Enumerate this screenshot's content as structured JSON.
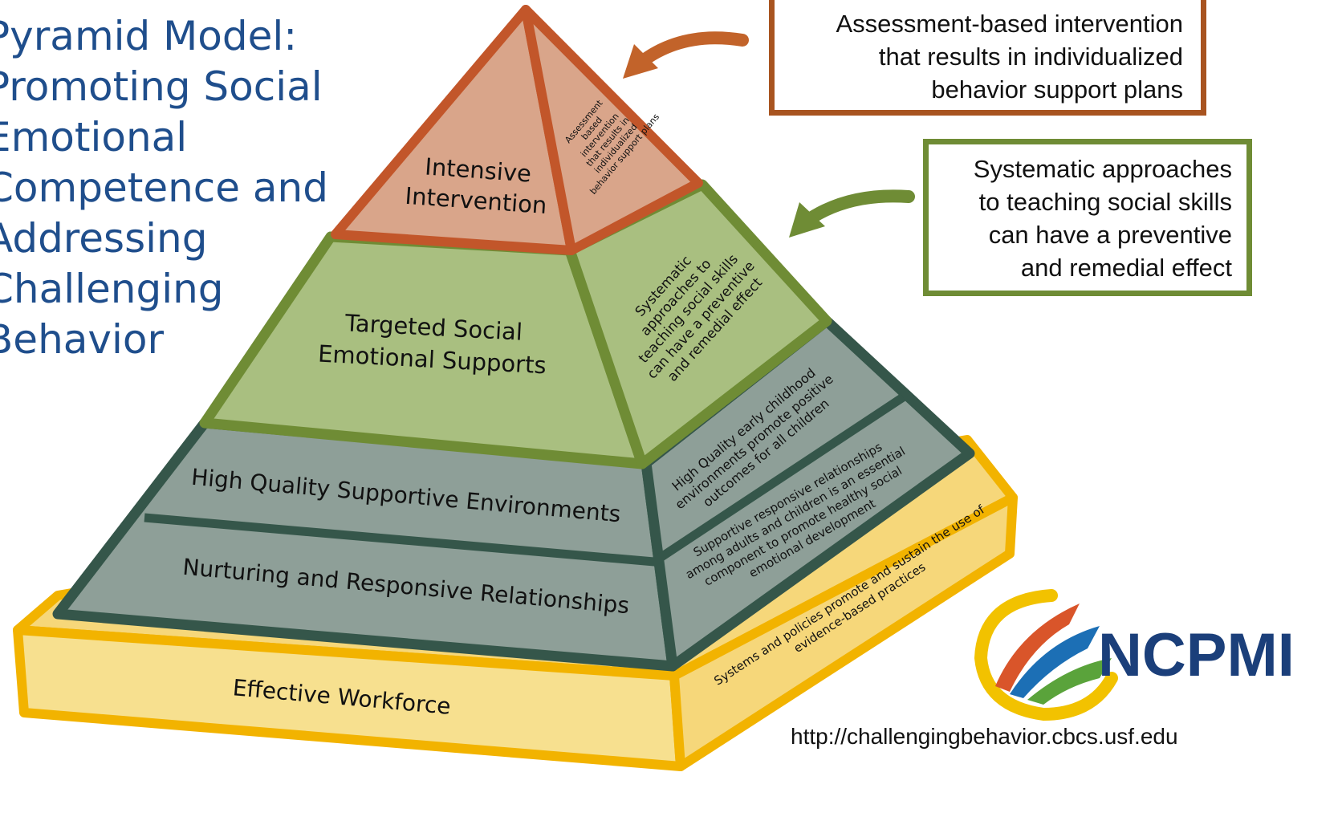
{
  "title": {
    "lines": [
      "Pyramid Model:",
      "Promoting Social",
      "Emotional",
      "Competence and",
      "Addressing",
      "Challenging",
      "Behavior"
    ]
  },
  "callouts": {
    "top": {
      "lines": [
        "Assessment-based intervention",
        "that results in individualized",
        "behavior support plans"
      ],
      "border_color": "#a85420"
    },
    "middle": {
      "lines": [
        "Systematic approaches",
        "to teaching social skills",
        "can have a preventive",
        "and remedial effect"
      ],
      "border_color": "#6f8c35"
    }
  },
  "pyramid": {
    "tiers": [
      {
        "label_lines": [
          "Intensive",
          "Intervention"
        ],
        "side_lines": [
          "Assessment",
          "based",
          "intervention",
          "that results in",
          "individualized",
          "behavior support plans"
        ],
        "color": "#d9a58a"
      },
      {
        "label_lines": [
          "Targeted Social",
          "Emotional Supports"
        ],
        "side_lines": [
          "Systematic",
          "approaches to",
          "teaching social skills",
          "can have a preventive",
          "and remedial effect"
        ],
        "color": "#a9bf80"
      },
      {
        "label": "High Quality Supportive Environments",
        "side_lines": [
          "High Quality early childhood",
          "environments promote positive",
          "outcomes for all children"
        ],
        "color": "#8e9f98"
      },
      {
        "label": "Nurturing and Responsive Relationships",
        "side_lines": [
          "Supportive responsive relationships",
          "among adults and children is an essential",
          "component to promote healthy social",
          "emotional development"
        ],
        "color": "#8e9f98"
      }
    ],
    "base": {
      "label": "Effective Workforce",
      "side_lines": [
        "Systems and policies promote and sustain the use of",
        "evidence-based practices"
      ],
      "color": "#f2c94c"
    }
  },
  "logo": {
    "text": "NCPMI"
  },
  "url": "http://challengingbehavior.cbcs.usf.edu"
}
